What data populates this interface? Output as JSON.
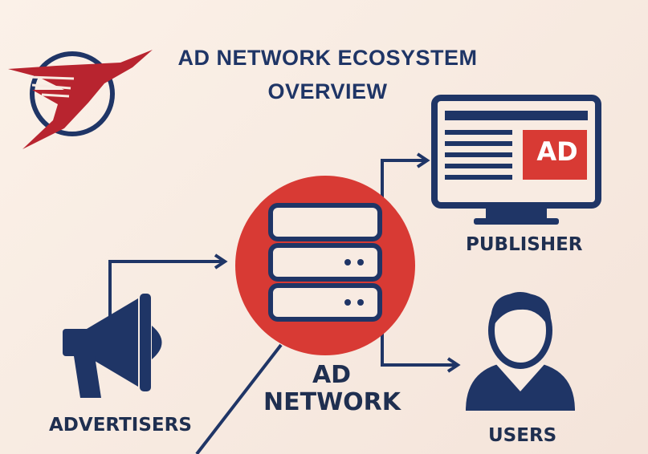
{
  "title": {
    "line1": "AD NETWORK ECOSYSTEM",
    "line2": "OVERVIEW"
  },
  "nodes": {
    "publisher": "PUBLISHER",
    "advertisers": "ADVERTISERS",
    "users": "USERS",
    "ad_network_line1": "AD",
    "ad_network_line2": "NETWORK"
  },
  "monitor_ad_label": "AD",
  "icons": [
    "bird-logo-icon",
    "megaphone-icon",
    "server-icon",
    "monitor-icon",
    "user-icon"
  ],
  "colors": {
    "navy": "#1f3566",
    "red": "#d83a34",
    "logo_red": "#b8242f",
    "background": "#f8ebe2"
  }
}
